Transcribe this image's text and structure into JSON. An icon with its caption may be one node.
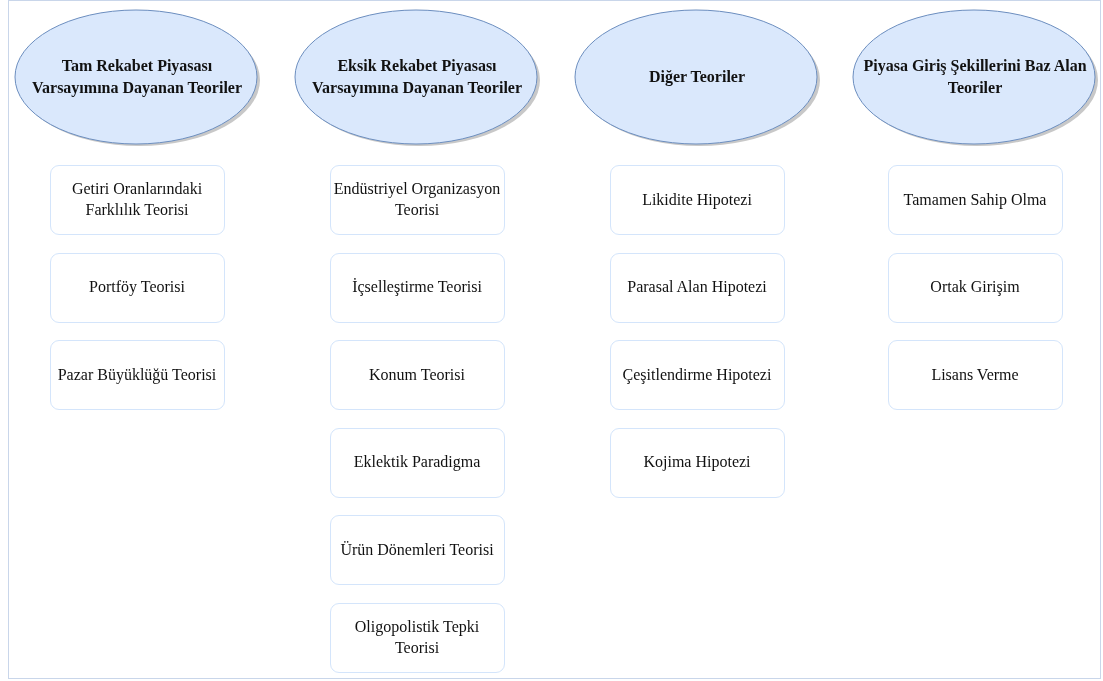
{
  "diagram": {
    "nodes": [
      {
        "text": [
          "Tam Rekabet Piyasası Varsayımına Dayanan Teoriler"
        ]
      },
      {
        "text": [
          "Getiri Oranlarındaki Farklılık Teorisi"
        ]
      },
      {
        "text": [
          "Portföy Teorisi"
        ]
      },
      {
        "text": [
          "Pazar Büyüklüğü Teorisi"
        ]
      },
      {
        "text": [
          "Eksik Rekabet Piyasası Varsayımına Dayanan Teoriler"
        ]
      },
      {
        "text": [
          "Endüstriyel Organizasyon Teorisi"
        ]
      },
      {
        "text": [
          "İçselleştirme Teorisi"
        ]
      },
      {
        "text": [
          "Konum Teorisi"
        ]
      },
      {
        "text": [
          "Eklektik Paradigma"
        ]
      },
      {
        "text": [
          "Ürün Dönemleri Teorisi"
        ]
      },
      {
        "text": [
          "Oligopolistik Tepki Teorisi"
        ]
      },
      {
        "text": [
          "Diğer Teoriler"
        ]
      },
      {
        "text": [
          "Likidite Hipotezi"
        ]
      },
      {
        "text": [
          "Parasal Alan Hipotezi"
        ]
      },
      {
        "text": [
          "Çeşitlendirme Hipotezi"
        ]
      },
      {
        "text": [
          "Kojima Hipotezi"
        ]
      },
      {
        "text": [
          "Piyasa Giriş Şekillerini Baz Alan Teoriler"
        ]
      },
      {
        "text": [
          "Tamamen Sahip Olma"
        ]
      },
      {
        "text": [
          "Ortak Girişim"
        ]
      },
      {
        "text": [
          "Lisans Verme"
        ]
      }
    ],
    "edges": []
  }
}
